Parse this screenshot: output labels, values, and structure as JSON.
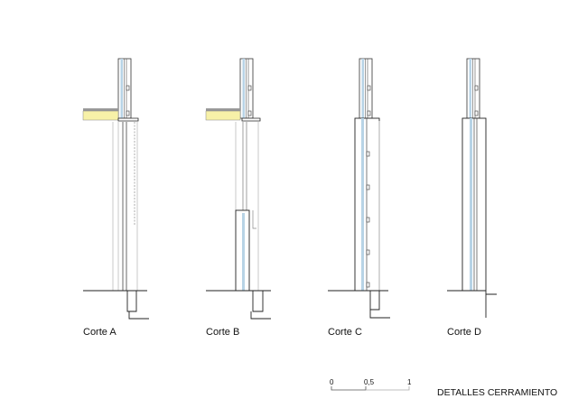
{
  "sections": [
    {
      "label": "Corte A"
    },
    {
      "label": "Corte B"
    },
    {
      "label": "Corte C"
    },
    {
      "label": "Corte D"
    }
  ],
  "scale": {
    "ticks": [
      "0",
      "0,5",
      "1"
    ]
  },
  "title": "DETALLES CERRAMIENTO",
  "colors": {
    "line": "#222222",
    "glass": "#b7d3e6",
    "slab": "#f7f1a8",
    "light": "#c8c8c8"
  }
}
